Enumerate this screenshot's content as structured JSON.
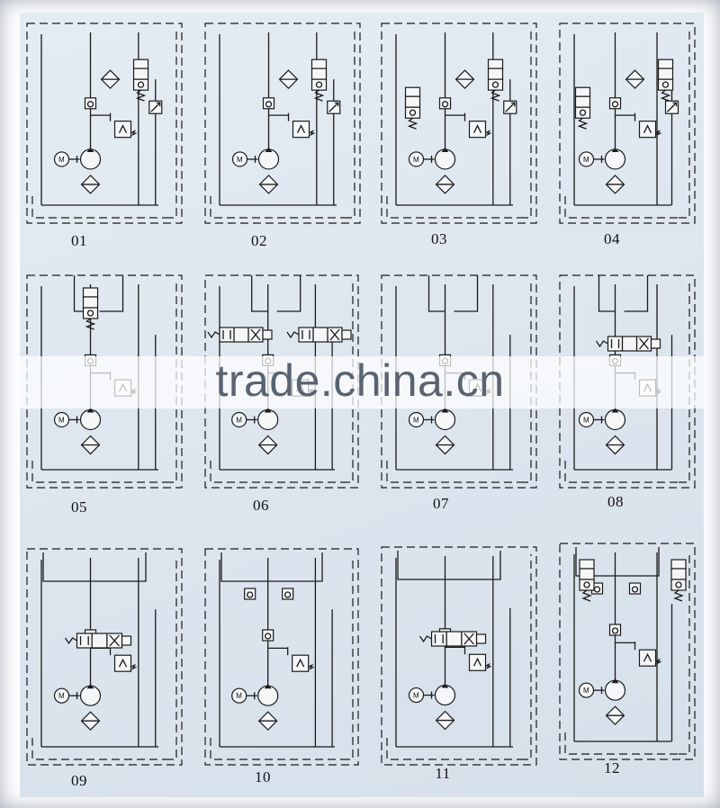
{
  "diagrams": [
    {
      "label": "01",
      "variant": "relief-solenoid"
    },
    {
      "label": "02",
      "variant": "relief-manual"
    },
    {
      "label": "03",
      "variant": "relief-double-solenoid"
    },
    {
      "label": "04",
      "variant": "double-valve-bank"
    },
    {
      "label": "05",
      "variant": "solenoid-valve-top"
    },
    {
      "label": "06",
      "variant": "two-directional-valves"
    },
    {
      "label": "07",
      "variant": "direct-ports"
    },
    {
      "label": "08",
      "variant": "single-directional-valve"
    },
    {
      "label": "09",
      "variant": "directional-valve-relief"
    },
    {
      "label": "10",
      "variant": "check-valves-pressure-switch"
    },
    {
      "label": "11",
      "variant": "directional-valve-check-block"
    },
    {
      "label": "12",
      "variant": "double-solenoid-check-block"
    }
  ],
  "watermark": "trade.china.cn",
  "motor_symbol": "M",
  "colors": {
    "line": "#1a1a1a",
    "sheet": "#dde6ef",
    "watermark": "#5a6470"
  }
}
